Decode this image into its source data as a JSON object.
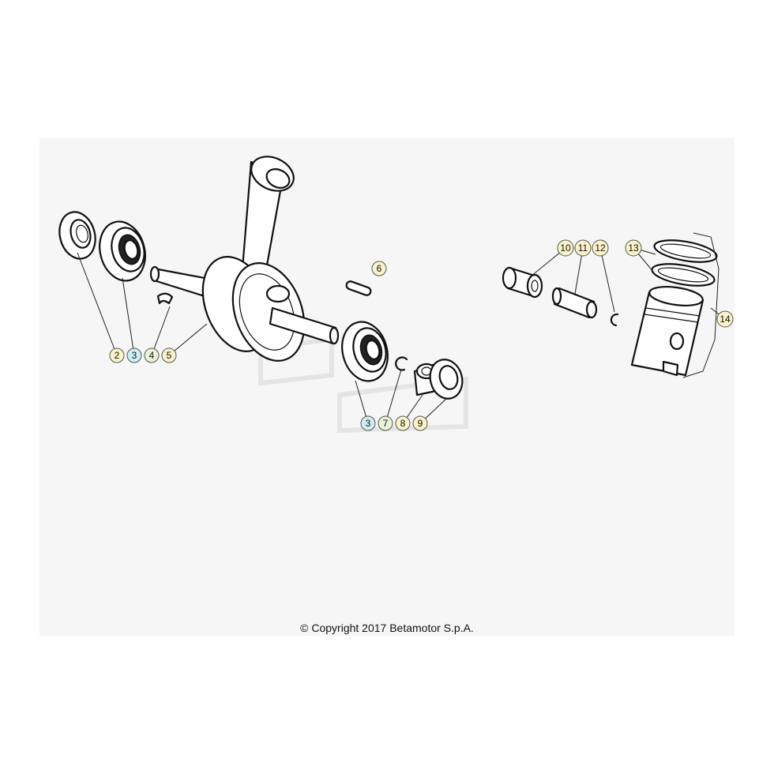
{
  "copyright": "© Copyright 2017 Betamotor S.p.A.",
  "callouts": [
    {
      "id": "c2",
      "label": "2",
      "color": "#fbf3c8"
    },
    {
      "id": "c3a",
      "label": "3",
      "color": "#cfeef6"
    },
    {
      "id": "c4",
      "label": "4",
      "color": "#e6f3d5"
    },
    {
      "id": "c5",
      "label": "5",
      "color": "#fbf3c8"
    },
    {
      "id": "c6",
      "label": "6",
      "color": "#fbf3c8"
    },
    {
      "id": "c3b",
      "label": "3",
      "color": "#cfeef6"
    },
    {
      "id": "c7",
      "label": "7",
      "color": "#e6f3d5"
    },
    {
      "id": "c8",
      "label": "8",
      "color": "#fbf3c8"
    },
    {
      "id": "c9",
      "label": "9",
      "color": "#fbf3c8"
    },
    {
      "id": "c10",
      "label": "10",
      "color": "#fbf3c8"
    },
    {
      "id": "c11",
      "label": "11",
      "color": "#fbf3c8"
    },
    {
      "id": "c12",
      "label": "12",
      "color": "#fbf3c8"
    },
    {
      "id": "c13",
      "label": "13",
      "color": "#fbf3c8"
    },
    {
      "id": "c14",
      "label": "14",
      "color": "#fbf3c8"
    }
  ]
}
